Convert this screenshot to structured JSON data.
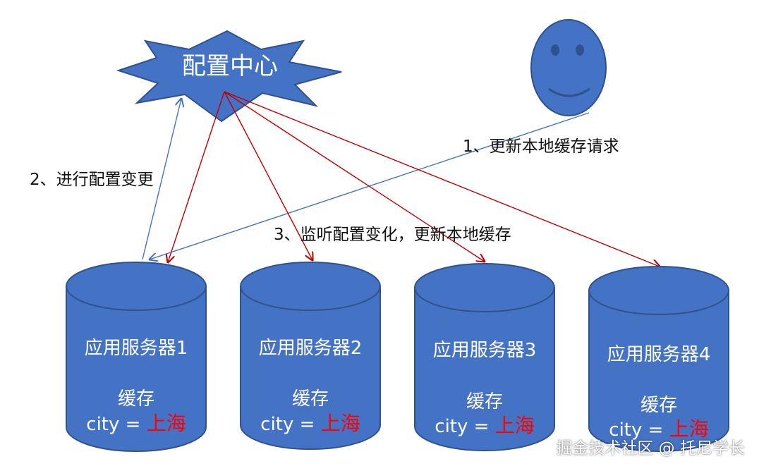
{
  "config_center": {
    "label": "配置中心"
  },
  "steps": {
    "step1": "1、更新本地缓存请求",
    "step2": "2、进行配置变更",
    "step3": "3、监听配置变化，更新本地缓存"
  },
  "servers": [
    {
      "name": "应用服务器1",
      "cache_label": "缓存",
      "city_key": "city = ",
      "city_value": "上海"
    },
    {
      "name": "应用服务器2",
      "cache_label": "缓存",
      "city_key": "city = ",
      "city_value": "上海"
    },
    {
      "name": "应用服务器3",
      "cache_label": "缓存",
      "city_key": "city = ",
      "city_value": "上海"
    },
    {
      "name": "应用服务器4",
      "cache_label": "缓存",
      "city_key": "city = ",
      "city_value": "上海"
    }
  ],
  "watermark": "掘金技术社区 @ 托尼学长",
  "colors": {
    "shape_fill": "#4472C4",
    "shape_stroke": "#2F528F",
    "blue_arrow": "#4472C4",
    "red_arrow": "#C00000",
    "city_value": "#FF0000"
  }
}
